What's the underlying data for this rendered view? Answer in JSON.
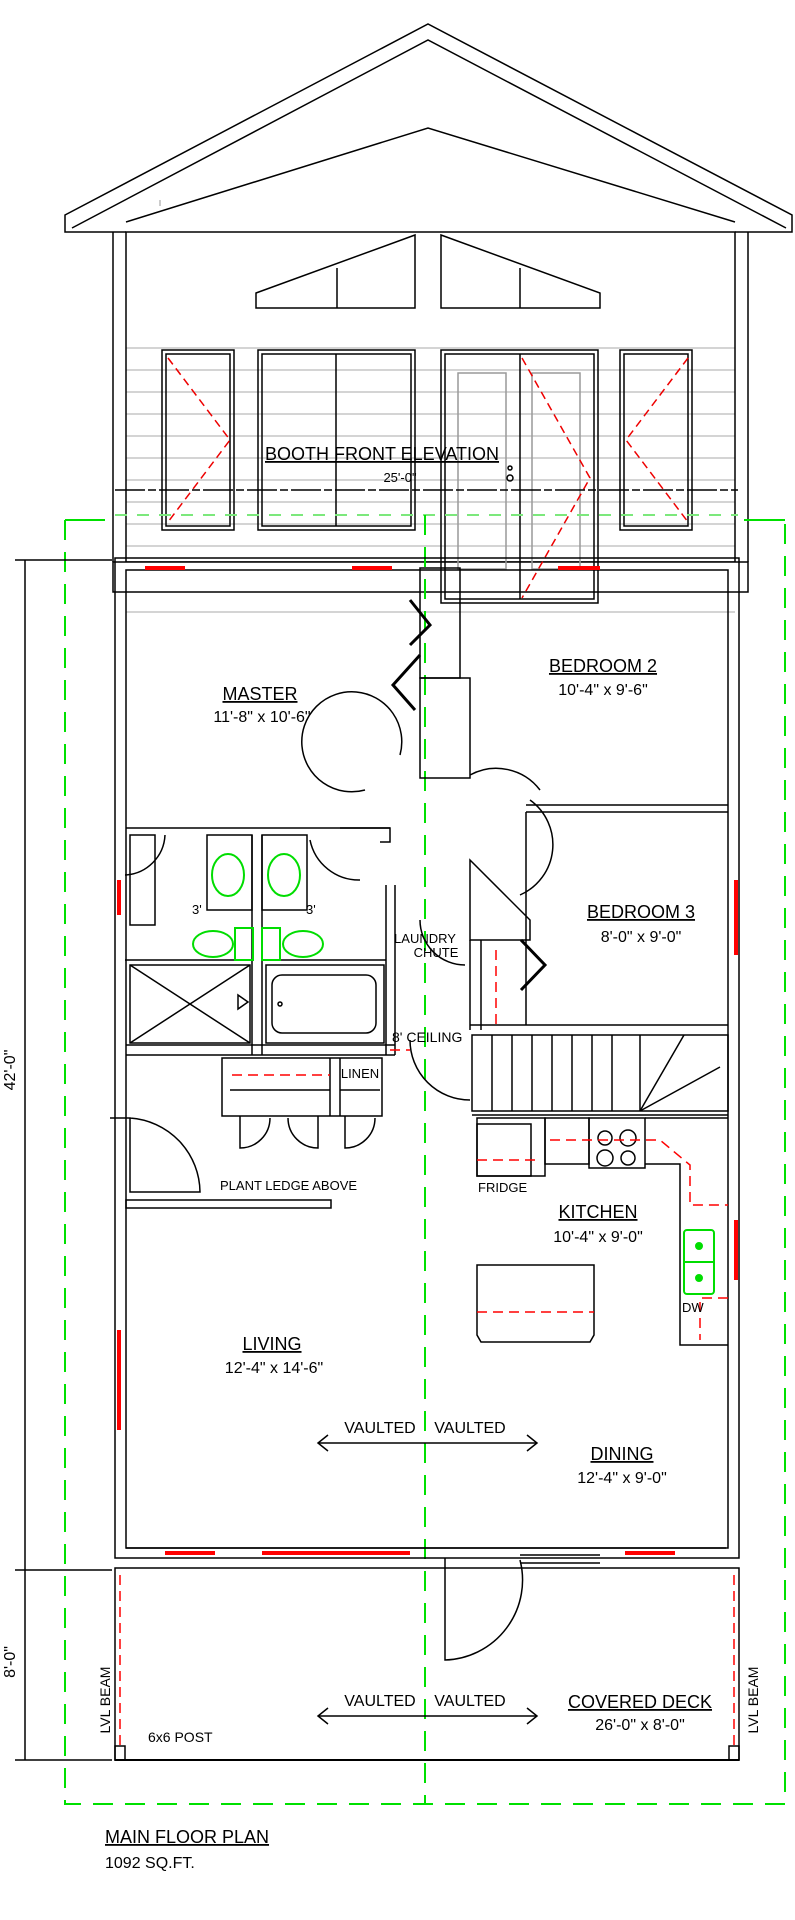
{
  "elevation": {
    "title": "BOOTH FRONT ELEVATION",
    "overall_width_dim": "25'-0\""
  },
  "plan": {
    "title": "MAIN FLOOR PLAN",
    "area": "1092 SQ.FT.",
    "dim_house_depth": "42'-0\"",
    "dim_deck_depth": "8'-0\"",
    "rooms": {
      "master": {
        "name": "MASTER",
        "size": "11'-8\" x 10'-6\""
      },
      "bedroom2": {
        "name": "BEDROOM 2",
        "size": "10'-4\" x 9'-6\""
      },
      "bedroom3": {
        "name": "BEDROOM 3",
        "size": "8'-0\" x 9'-0\""
      },
      "kitchen": {
        "name": "KITCHEN",
        "size": "10'-4\" x 9'-0\""
      },
      "living": {
        "name": "LIVING",
        "size": "12'-4\" x 14'-6\""
      },
      "dining": {
        "name": "DINING",
        "size": "12'-4\" x 9'-0\""
      },
      "deck": {
        "name": "COVERED DECK",
        "size": "26'-0\" x 8'-0\""
      }
    },
    "notes": {
      "laundry_chute_1": "LAUNDRY",
      "laundry_chute_2": "CHUTE",
      "ceiling": "8' CEILING",
      "linen": "LINEN",
      "plant_ledge": "PLANT LEDGE ABOVE",
      "fridge": "FRIDGE",
      "dw": "DW",
      "vanity_left": "3'",
      "vanity_right": "3'",
      "vaulted_left": "VAULTED",
      "vaulted_right": "VAULTED",
      "deck_vaulted_left": "VAULTED",
      "deck_vaulted_right": "VAULTED",
      "lvl_beam_left": "LVL BEAM",
      "lvl_beam_right": "LVL BEAM",
      "post": "6x6 POST"
    },
    "colors": {
      "wall": "#000000",
      "window": "#ff0000",
      "fixture": "#00dd00",
      "centerline": "#00ee00"
    }
  }
}
